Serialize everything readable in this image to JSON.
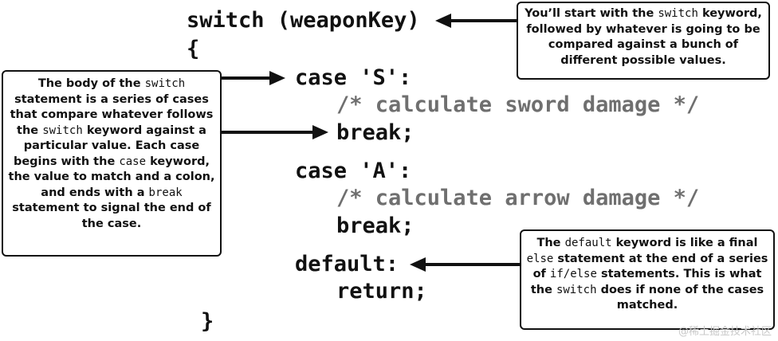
{
  "code": {
    "line_switch": "switch (weaponKey)",
    "open_brace": "{",
    "case_s": "case 'S':",
    "comment_sword": "/* calculate sword damage */",
    "break_1": "break;",
    "case_a": "case 'A':",
    "comment_arrow": "/* calculate arrow damage */",
    "break_2": "break;",
    "default": "default:",
    "return": "return;",
    "close_brace": "}"
  },
  "callouts": {
    "switch_intro": {
      "t1": "You’ll start with the ",
      "k1": "switch",
      "t2": " keyword, followed by whatever is going to be compared against a bunch of different possible values."
    },
    "body": {
      "t1": "The body of the ",
      "k1": "switch",
      "t2": " statement is a series of cases that compare whatever follows the ",
      "k2": "switch",
      "t3": " keyword against a particular value. Each case begins with the ",
      "k3": "case",
      "t4": " keyword, the value to match and a colon, and ends with a ",
      "k4": "break",
      "t5": " statement to signal the end of the case."
    },
    "default": {
      "t1": "The ",
      "k1": "default",
      "t2": " keyword is like a final ",
      "k2": "else",
      "t3": " statement at the end of a series of ",
      "k3": "if/else",
      "t4": " statements. This is what the ",
      "k4": "switch",
      "t5": " does if none of the cases matched."
    }
  },
  "watermark": "@稀土掘金技术社区",
  "colors": {
    "code": "#111111",
    "comment": "#6f6f6f",
    "border": "#111111",
    "watermark": "#c8c8c8"
  }
}
